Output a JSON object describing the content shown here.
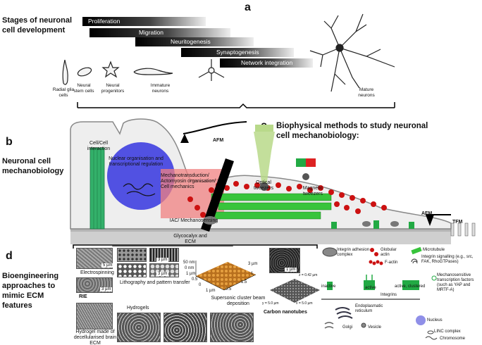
{
  "panel_a": {
    "letter": "a",
    "title": "Stages of neuronal cell development",
    "stages": [
      "Proliferation",
      "Migration",
      "Neuritogenesis",
      "Synaptogenesis",
      "Network integration"
    ],
    "cells": [
      "Radial glia cells",
      "Neural stem cells",
      "Neural progenitors",
      "Immature neurons",
      "Mature neurons"
    ]
  },
  "panel_b": {
    "letter": "b",
    "title": "Neuronal cell mechanobiology",
    "labels": {
      "cell_cell": "Cell/Cell interaction",
      "nuclear": "Nuclear organisation and transcriptional regulation",
      "mechanotransduction": "Mechanotransduction/ Actomyosin organisation/ Cell mechanics",
      "iac": "IAC/ Mechanosensing",
      "glycocalyx": "Glycocalyx and ECM",
      "afm": "AFM",
      "optical": "Optical tweezers",
      "magnetic": "Magnetic tweezers",
      "afm2": "AFM",
      "tfm": "TFM"
    }
  },
  "panel_c": {
    "letter": "c",
    "title": "Biophysical methods to study neuronal cell mechanobiology:"
  },
  "panel_d": {
    "letter": "d",
    "title": "Bioengineering approaches to mimic ECM features",
    "electrospinning": "Electrospinning",
    "lithography": "Lithography and pattern transfer",
    "rie": "RIE",
    "supersonic": "Supersonic cluster beam deposition",
    "hydrogels": "Hydrogels",
    "hydrogel_ecm": "Hydrogel made of decellularised brain ECM",
    "carbon": "Carbon nanotubes",
    "scale_5um": "5 µm",
    "scale_3um": "3 µm",
    "scale_3um_b": "3 µm",
    "scale_3um_c": "3 µm",
    "scale_1um": "1 µm",
    "afm_axes": [
      "50 nm",
      "0 nm",
      "1 µm",
      "0.5",
      "0",
      "1 µm",
      "0.5",
      "1.5",
      "3 µm",
      "1"
    ],
    "cnt_axes": [
      "z = 0.42 µm",
      "y = 5.0 µm",
      "x = 5.0 µm"
    ]
  },
  "legend": {
    "integrin_complex": "Integrin adhesion complex",
    "globular_actin": "Globular actin",
    "f_actin": "F-actin",
    "microtubule": "Microtubule",
    "integrin_signalling": "Integrin signalling (e.g., src, FAK, RhoGTPases)",
    "inactive": "inactive",
    "active": "active",
    "active_clustered": "active, clustered",
    "integrins": "Integrins",
    "mechanosensitive": "Mechanosensitive transcription factors (such as YAP and MRTF-A)",
    "er": "Endoplasmatic reticulum",
    "nucleus": "Nucleus",
    "golgi": "Golgi",
    "vesicle": "Vesicle",
    "linc": "LINC complex",
    "chromosome": "Chromosome"
  },
  "colors": {
    "nucleus": "#3f3fe0",
    "cell_junction": "#33b06a",
    "mechano_box": "#f08080",
    "actin": "#cc1111",
    "optical": "#b8d98a",
    "magnet_green": "#22aa44",
    "magnet_red": "#dd2222",
    "substrate": "#cfcfcf"
  }
}
